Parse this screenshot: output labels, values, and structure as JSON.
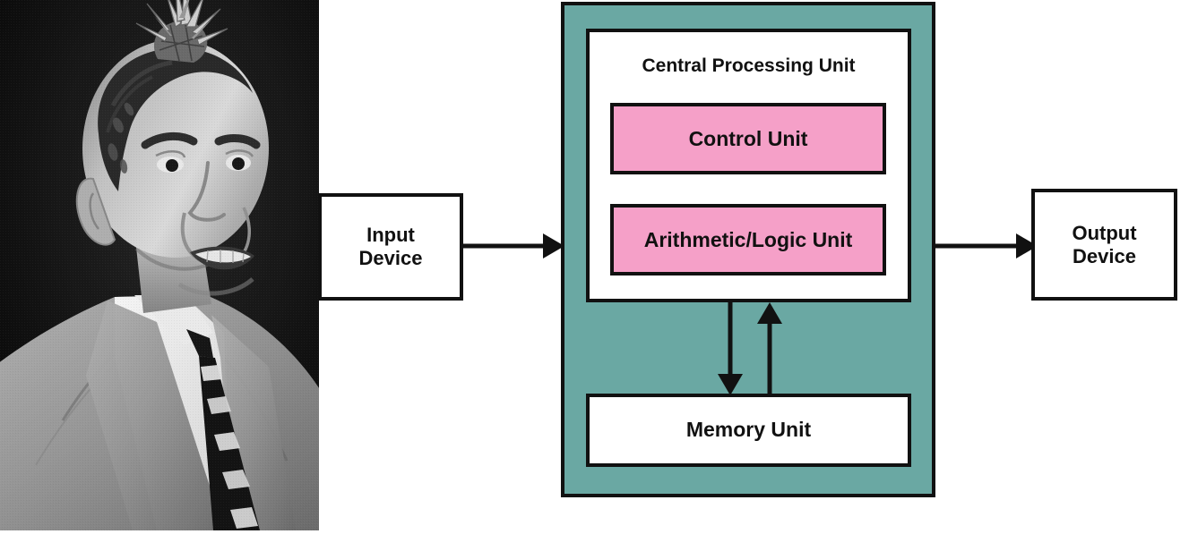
{
  "diagram": {
    "title": "von Neumann computer architecture block diagram",
    "photo": {
      "subject_name": "portrait-photo",
      "description": "Black and white portrait photograph of a smiling man in a suit and striped tie"
    },
    "colors": {
      "cpu_background": "#6aa8a3",
      "unit_fill": "#f5a0c8",
      "box_fill": "#ffffff",
      "stroke": "#111111",
      "text": "#111111"
    },
    "nodes": {
      "input_device": {
        "label_line1": "Input",
        "label_line2": "Device"
      },
      "output_device": {
        "label_line1": "Output",
        "label_line2": "Device"
      },
      "cpu": {
        "title": "Central Processing Unit",
        "control_unit": "Control Unit",
        "alu": "Arithmetic/Logic Unit"
      },
      "memory": {
        "label": "Memory Unit"
      }
    },
    "edges": [
      {
        "name": "input-to-cpu",
        "from": "Input Device",
        "to": "Central Processing Unit",
        "direction": "right"
      },
      {
        "name": "cpu-to-output",
        "from": "Central Processing Unit",
        "to": "Output Device",
        "direction": "right"
      },
      {
        "name": "cpu-to-memory",
        "from": "Central Processing Unit",
        "to": "Memory Unit",
        "direction": "down"
      },
      {
        "name": "memory-to-cpu",
        "from": "Memory Unit",
        "to": "Central Processing Unit",
        "direction": "up"
      }
    ]
  }
}
